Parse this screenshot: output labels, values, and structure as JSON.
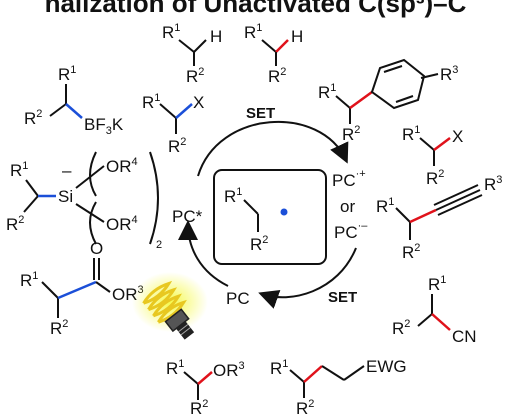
{
  "header": {
    "title": "nalization of Unactivated C(sp³)–C"
  },
  "atoms": {
    "r1": "R",
    "r2": "R",
    "r3": "R",
    "r4": "R",
    "one": "1",
    "two": "2",
    "three": "3",
    "four": "4"
  },
  "groups": {
    "h": "H",
    "x": "X",
    "bf3k": "BF",
    "bf3k_sub": "3",
    "bf3k_tail": "K",
    "si": "Si",
    "or4": "OR",
    "paren_sub": "2",
    "minus": "–",
    "o": "O",
    "or3": "OR",
    "cn": "CN",
    "ewg": "EWG"
  },
  "cycle": {
    "set_top": "SET",
    "set_bottom": "SET",
    "pc": "PC",
    "pc_star": "PC*",
    "pc_cation": "PC",
    "cation_mark": "·+",
    "or": "or",
    "pc_anion": "PC",
    "anion_mark": "·–"
  },
  "colors": {
    "bond_new": "#e0121b",
    "radical": "#1b4fd8",
    "ink": "#111111",
    "bulb": "#f4f93a"
  }
}
